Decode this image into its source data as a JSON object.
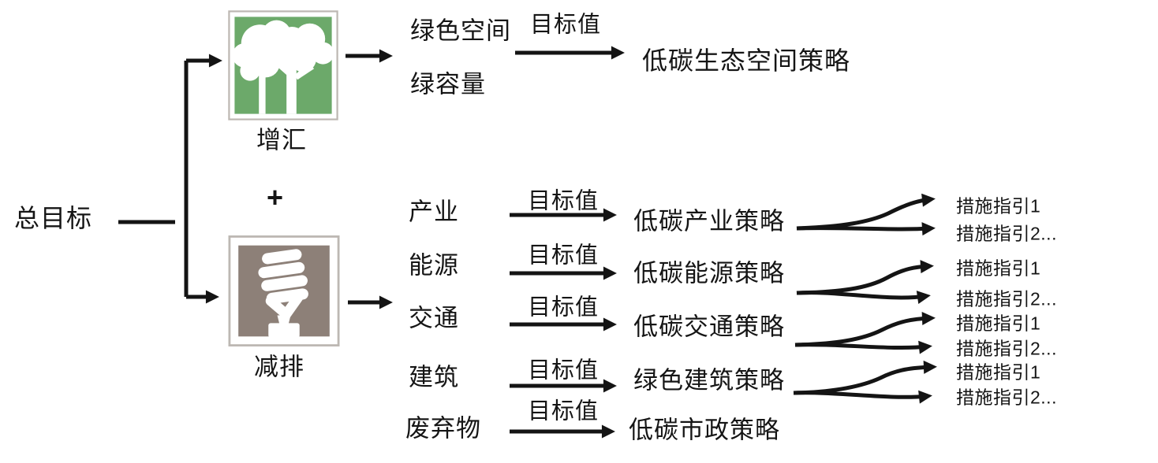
{
  "diagram": {
    "root_label": "总目标",
    "plus_sign": "+",
    "sink_branch": {
      "icon": "tree-icon",
      "label": "增汇",
      "outputs": {
        "green_space": "绿色空间",
        "green_capacity": "绿容量"
      },
      "arrow_label": "目标值",
      "strategy": "低碳生态空间策略"
    },
    "reduce_branch": {
      "icon": "cfl-bulb-icon",
      "label": "减排",
      "rows": [
        {
          "category": "产业",
          "arrow_label": "目标值",
          "strategy": "低碳产业策略",
          "measures": [
            "措施指引1",
            "措施指引2..."
          ]
        },
        {
          "category": "能源",
          "arrow_label": "目标值",
          "strategy": "低碳能源策略",
          "measures": [
            "措施指引1",
            "措施指引2..."
          ]
        },
        {
          "category": "交通",
          "arrow_label": "目标值",
          "strategy": "低碳交通策略",
          "measures": [
            "措施指引1",
            "措施指引2..."
          ]
        },
        {
          "category": "建筑",
          "arrow_label": "目标值",
          "strategy": "绿色建筑策略",
          "measures": [
            "措施指引1",
            "措施指引2..."
          ]
        },
        {
          "category": "废弃物",
          "arrow_label": "目标值",
          "strategy": "低碳市政策略",
          "measures": []
        }
      ]
    },
    "colors": {
      "tree_icon_bg": "#6ca96a",
      "bulb_icon_bg": "#8d8078",
      "icon_white": "#ffffff",
      "icon_border": "#bdb8b3",
      "line": "#141414",
      "background": "#ffffff"
    }
  }
}
